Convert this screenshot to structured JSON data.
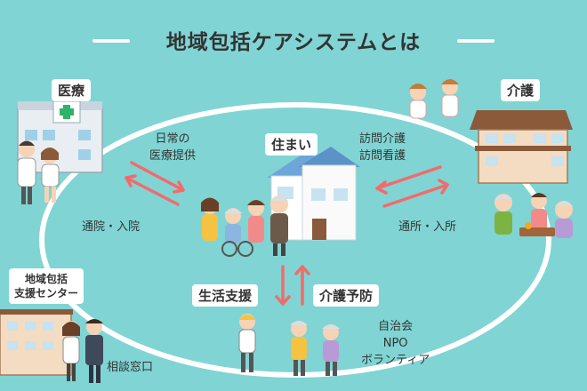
{
  "title": "地域包括ケアシステムとは",
  "nodes": {
    "medical": "医療",
    "care": "介護",
    "home": "住まい",
    "center": "地域包括\n支援センター",
    "lifeSupport": "生活支援",
    "prevention": "介護予防"
  },
  "annotations": {
    "dailyCare": "日常の\n医療提供",
    "visitCare": "訪問介護\n訪問看護",
    "hospital": "通院・入院",
    "facility": "通所・入所",
    "consult": "相談窓口",
    "community": "自治会\nNPO\nボランティア"
  },
  "colors": {
    "background": "#80d4d4",
    "arrow": "#f26b6b",
    "ellipse": "#ffffff",
    "labelBg": "#ffffff"
  }
}
